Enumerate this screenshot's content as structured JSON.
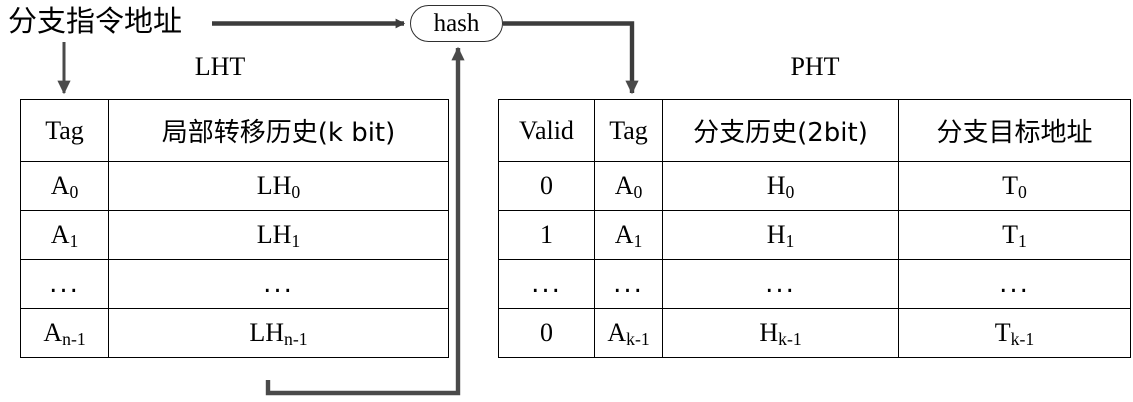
{
  "diagram": {
    "source_label": "分支指令地址",
    "hash_label": "hash",
    "lht": {
      "title": "LHT",
      "columns": [
        "Tag",
        "局部转移历史(k bit)"
      ],
      "rows": [
        {
          "tag": "A",
          "tag_sub": "0",
          "hist": "LH",
          "hist_sub": "0"
        },
        {
          "tag": "A",
          "tag_sub": "1",
          "hist": "LH",
          "hist_sub": "1"
        },
        {
          "tag": "...",
          "tag_sub": "",
          "hist": "...",
          "hist_sub": ""
        },
        {
          "tag": "A",
          "tag_sub": "n-1",
          "hist": "LH",
          "hist_sub": "n-1"
        }
      ]
    },
    "pht": {
      "title": "PHT",
      "columns": [
        "Valid",
        "Tag",
        "分支历史(2bit)",
        "分支目标地址"
      ],
      "rows": [
        {
          "valid": "0",
          "tag": "A",
          "tag_sub": "0",
          "hist": "H",
          "hist_sub": "0",
          "target": "T",
          "target_sub": "0"
        },
        {
          "valid": "1",
          "tag": "A",
          "tag_sub": "1",
          "hist": "H",
          "hist_sub": "1",
          "target": "T",
          "target_sub": "1"
        },
        {
          "valid": "...",
          "tag": "...",
          "tag_sub": "",
          "hist": "...",
          "hist_sub": "",
          "target": "...",
          "target_sub": ""
        },
        {
          "valid": "0",
          "tag": "A",
          "tag_sub": "k-1",
          "hist": "H",
          "hist_sub": "k-1",
          "target": "T",
          "target_sub": "k-1"
        }
      ]
    },
    "colors": {
      "arrow": "#3c3c3c",
      "table_border": "#000000",
      "text": "#000000",
      "background": "#ffffff"
    }
  }
}
